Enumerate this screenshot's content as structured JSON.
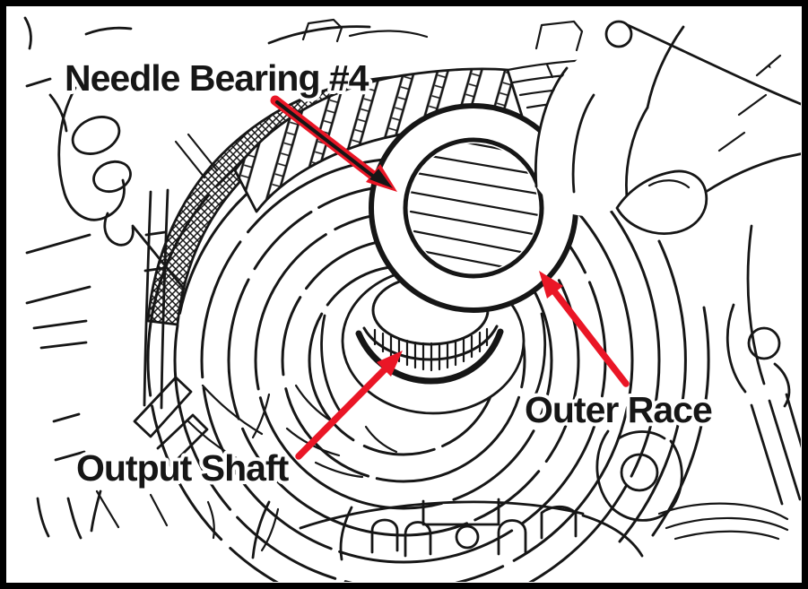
{
  "figure": {
    "kind": "service-manual-illustration",
    "subject": "Hand removing needle bearing outer race from transmission output shaft area",
    "labels": {
      "needle_bearing": "Needle Bearing #4",
      "outer_race": "Outer Race",
      "output_shaft": "Output Shaft"
    },
    "annotations": [
      {
        "label": "Needle Bearing #4",
        "arrow_style": "red outline with black core",
        "points_to": "bearing ring upper-left edge"
      },
      {
        "label": "Outer Race",
        "arrow_style": "solid red",
        "points_to": "bearing ring lower-right edge"
      },
      {
        "label": "Output Shaft",
        "arrow_style": "solid red",
        "points_to": "splined shaft hub"
      }
    ],
    "colors": {
      "annotation_red": "#ea1626",
      "ink": "#161616",
      "paper": "#ffffff",
      "frame": "#000000"
    }
  }
}
